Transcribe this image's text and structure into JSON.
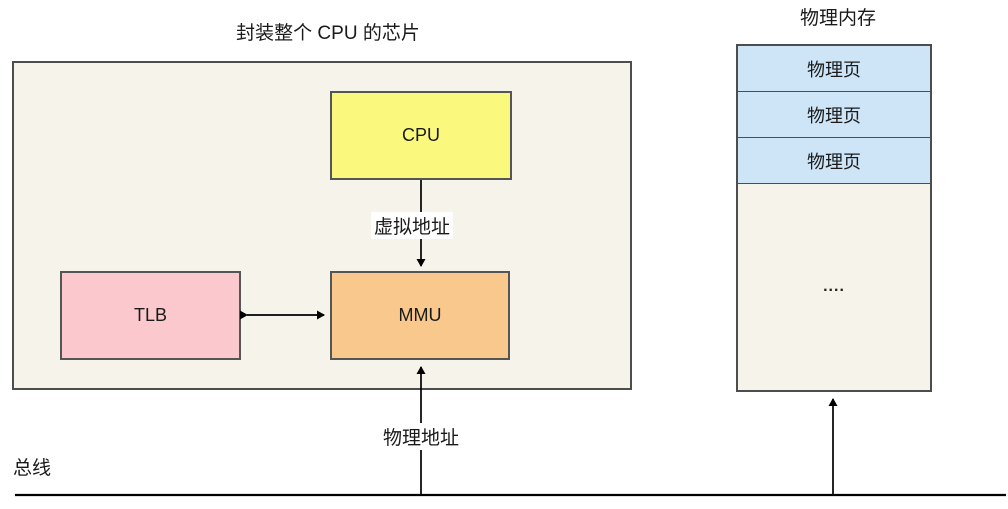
{
  "chip": {
    "title": "封装整个 CPU 的芯片",
    "cpu_label": "CPU",
    "tlb_label": "TLB",
    "mmu_label": "MMU"
  },
  "memory": {
    "title": "物理内存",
    "pages": [
      "物理页",
      "物理页",
      "物理页"
    ],
    "ellipsis": "...."
  },
  "labels": {
    "virtual_address": "虚拟地址",
    "physical_address": "物理地址",
    "bus": "总线"
  },
  "colors": {
    "cpu_fill": "#FAF97E",
    "tlb_fill": "#FBC9CD",
    "mmu_fill": "#F8C88C",
    "page_fill": "#CDE5F7",
    "chip_fill": "#F6F3EA",
    "box_border": "#4D4D4D",
    "line": "#000000",
    "text": "#1A1A1A"
  }
}
